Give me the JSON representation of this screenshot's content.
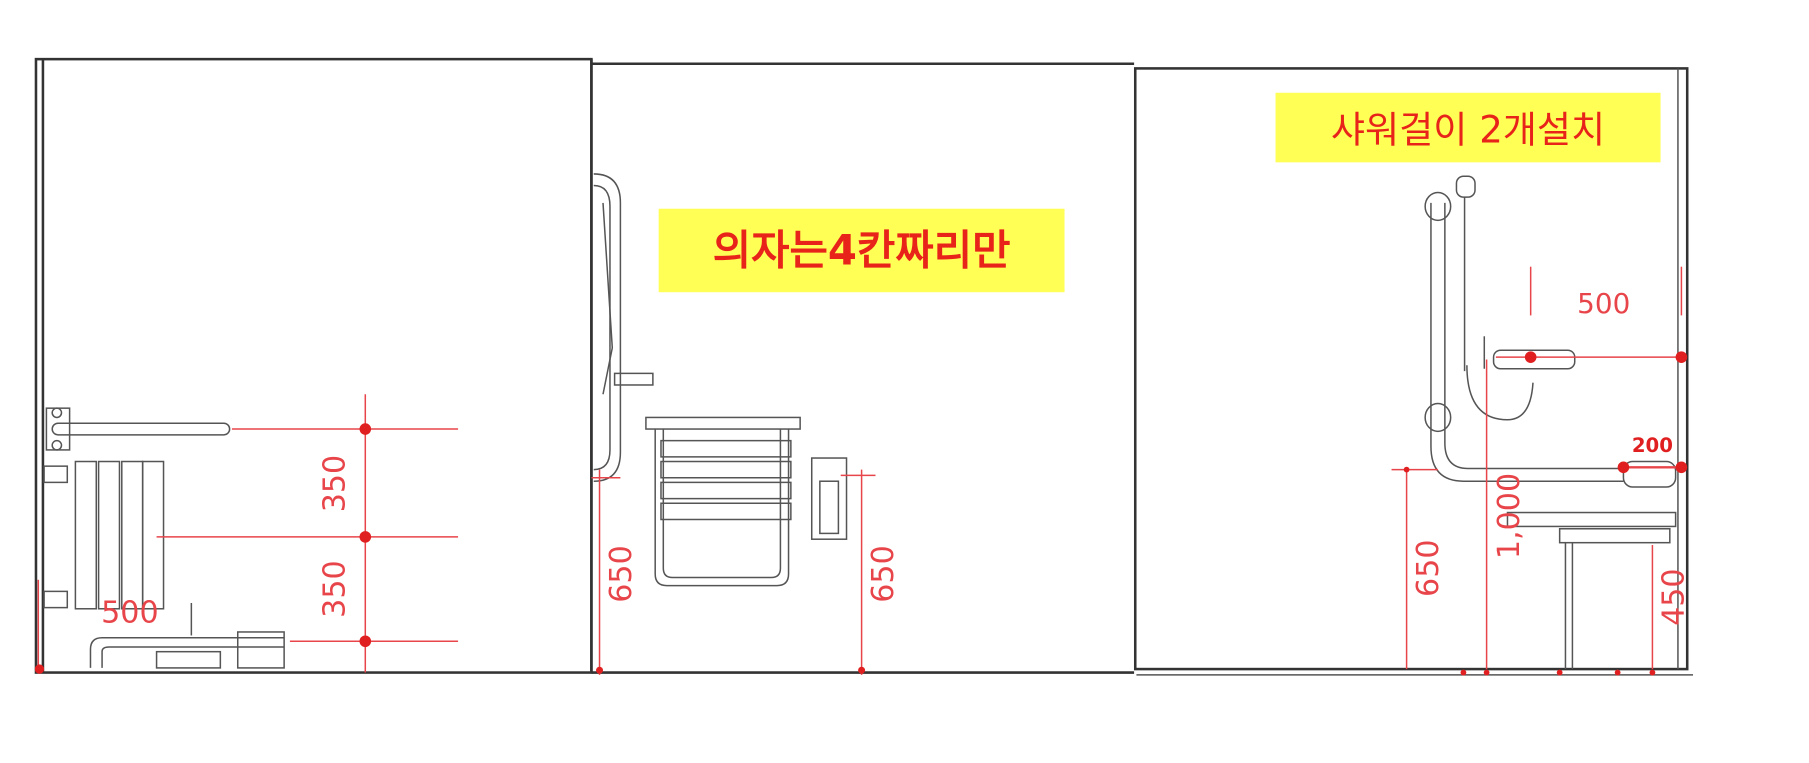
{
  "notes": {
    "chair_note": "의자는4칸짜리만",
    "shower_note": "샤워걸이 2개설치"
  },
  "dimensions": {
    "left_upper": "350",
    "left_lower": "350",
    "left_width": "500",
    "middle_left_height": "650",
    "middle_right_height": "650",
    "right_mixer_offset": "500",
    "right_bar_end": "200",
    "right_bar_height": "1,000",
    "right_seat_height_650": "650",
    "right_seat_height_450": "450"
  },
  "colors": {
    "note_background": "#ffff55",
    "note_text": "#e8231a",
    "dimension": "#e8454a"
  }
}
